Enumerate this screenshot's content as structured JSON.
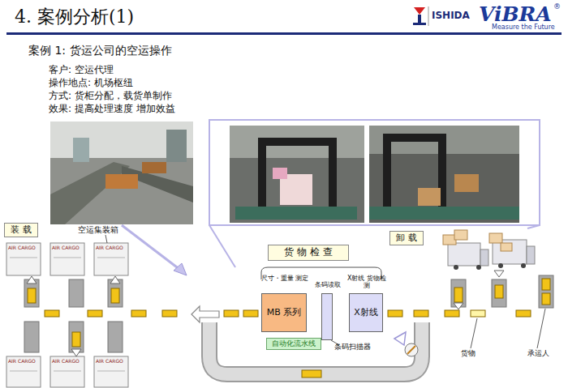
{
  "diagram": {
    "title": "4. 案例分析(1)",
    "nodes": [
      {
        "text": [
          "装 载"
        ]
      },
      {
        "text": [
          "货 物 检 查"
        ]
      },
      {
        "text": [
          "尺寸・重量 测定",
          "MB 系列"
        ]
      },
      {
        "text": [
          "条码读取"
        ]
      },
      {
        "text": [
          "X射线 货物检测",
          "X射线"
        ]
      },
      {
        "text": [
          "自动化流水线"
        ]
      },
      {
        "text": [
          "卸 载"
        ]
      }
    ],
    "labels": [
      "ISHIDA",
      "ViBRA",
      "®",
      "Measure the Future",
      "案例 1: 货运公司的空运操作",
      "客户:  空运代理",
      "操作地点: 机场枢纽",
      "方式:  货柜分配，载货单制作",
      "效果:  提高处理速度 增加效益",
      "空运集装箱",
      "AIR CARGO",
      "AIR CARGO",
      "AIR CARGO",
      "AIR CARGO",
      "AIR CARGO",
      "AIR CARGO",
      "条码扫描器",
      "货物",
      "承运人"
    ]
  }
}
